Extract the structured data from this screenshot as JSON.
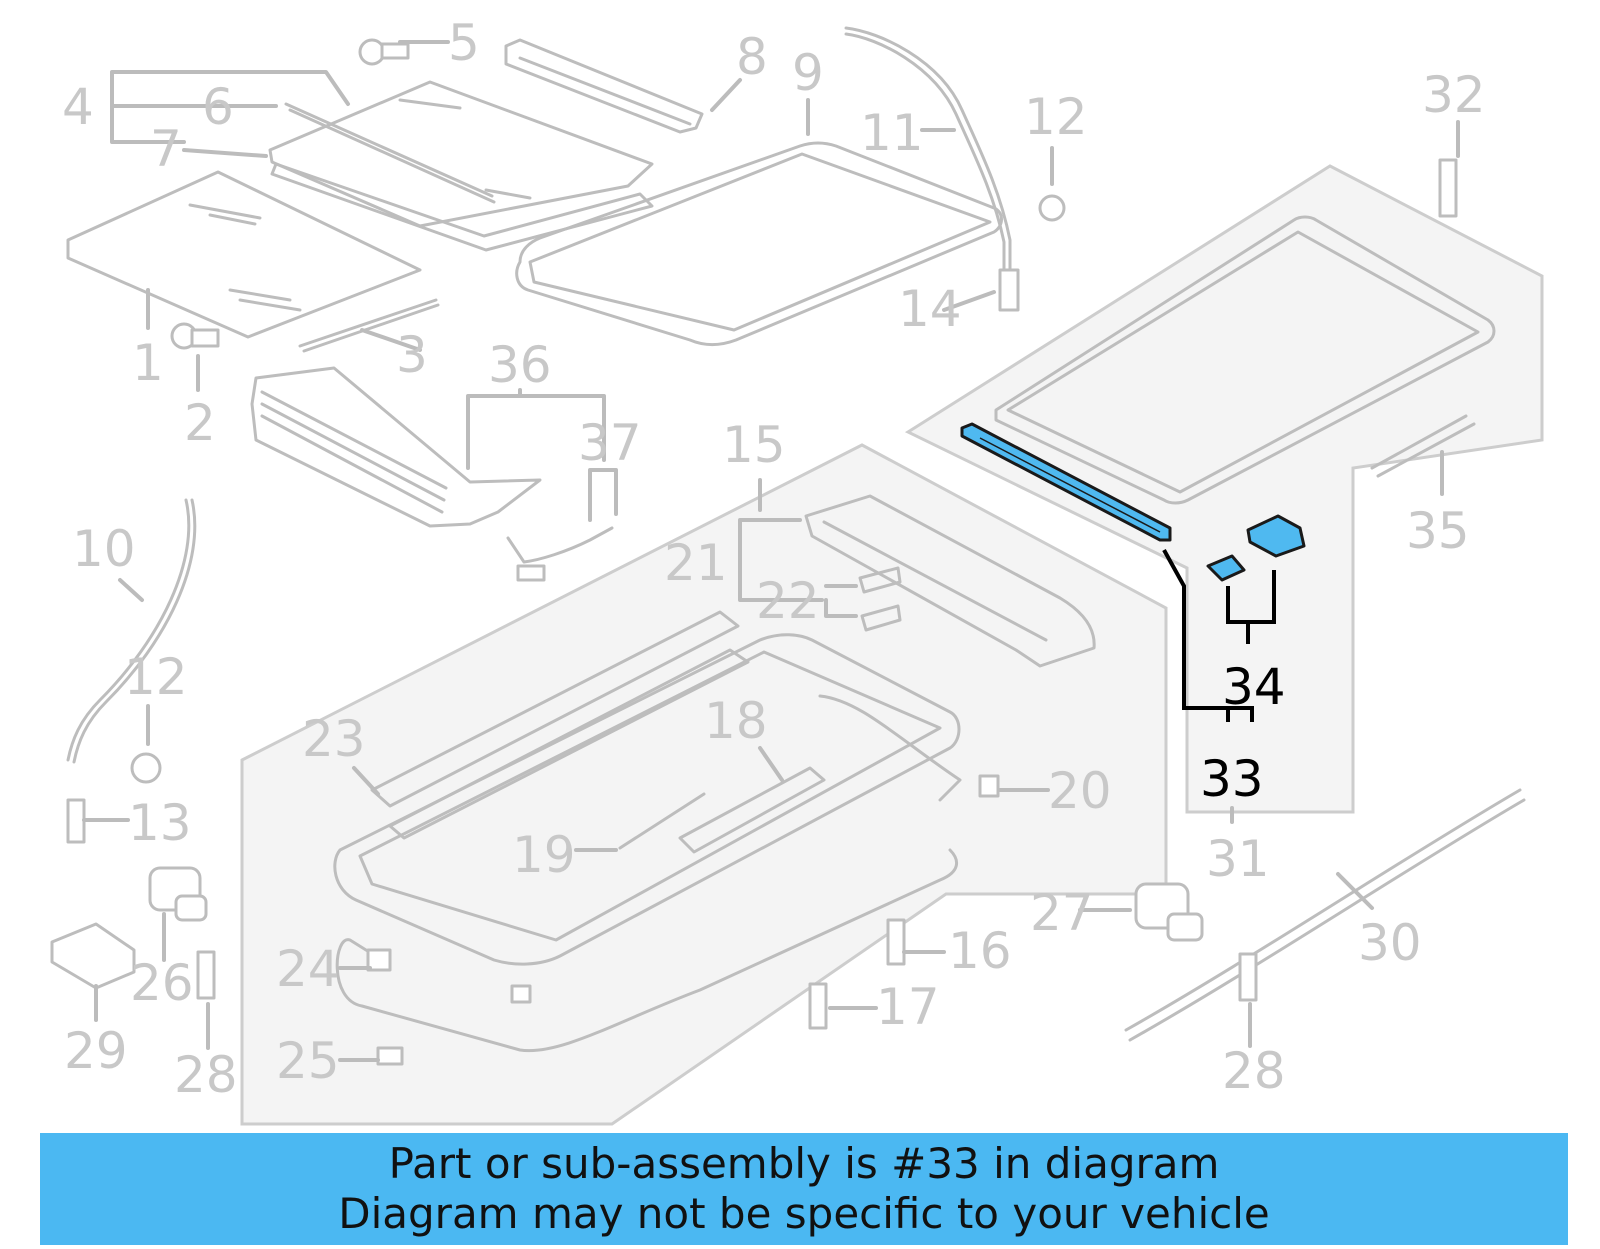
{
  "colors": {
    "highlight": "#4fb9f0",
    "banner": "#4bb8f2",
    "label_gray": "#c8c8c8",
    "label_highlight": "#000000"
  },
  "labels": {
    "c1": "1",
    "c2": "2",
    "c3": "3",
    "c4": "4",
    "c5": "5",
    "c6": "6",
    "c7": "7",
    "c8": "8",
    "c9": "9",
    "c10": "10",
    "c11": "11",
    "c12a": "12",
    "c12b": "12",
    "c13": "13",
    "c14": "14",
    "c15": "15",
    "c16": "16",
    "c17": "17",
    "c18": "18",
    "c19": "19",
    "c20": "20",
    "c21": "21",
    "c22": "22",
    "c23": "23",
    "c24": "24",
    "c25": "25",
    "c26": "26",
    "c27": "27",
    "c28a": "28",
    "c28b": "28",
    "c29": "29",
    "c30": "30",
    "c31": "31",
    "c32": "32",
    "c33": "33",
    "c34": "34",
    "c35": "35",
    "c36": "36",
    "c37": "37"
  },
  "highlighted_callout": "33",
  "banner": {
    "line1": "Part or sub-assembly is #33 in diagram",
    "line2": "Diagram may not be specific to your vehicle"
  }
}
